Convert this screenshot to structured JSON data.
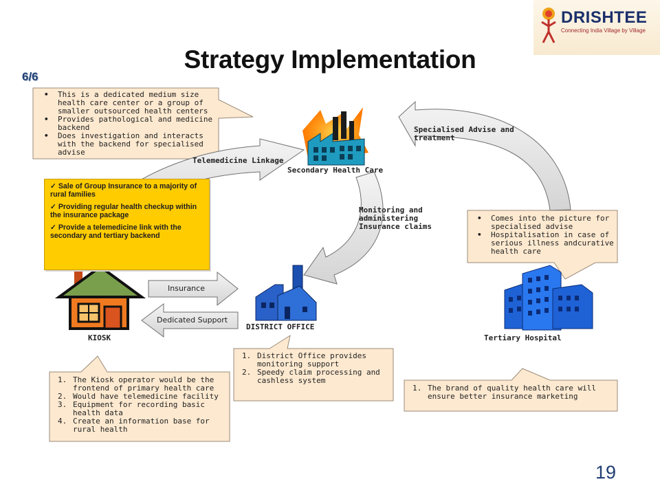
{
  "title": "Strategy Implementation",
  "page_indicator": "6/6",
  "slide_number": "19",
  "logo": {
    "name": "DRISHTEE",
    "tagline": "Connecting India Village by Village"
  },
  "colors": {
    "callout_fill": "#fde9d0",
    "callout_border": "#9a8a78",
    "highlight": "#ffcc00",
    "arrow_fill": "#e6e6e6",
    "title": "#111111",
    "slide_number": "#1f3f73"
  },
  "secondary_note": {
    "items": [
      "This is a dedicated medium size health care center or a group of smaller outsourced health centers",
      "Provides pathological and medicine backend",
      "Does investigation and interacts with the backend for specialised advise"
    ]
  },
  "highlight_box": {
    "items": [
      "Sale of Group Insurance to a majority of rural families",
      "Providing regular health checkup within the insurance package",
      "Provide a telemedicine link with the secondary and tertiary backend"
    ]
  },
  "tertiary_note": {
    "items": [
      "Comes into the picture for specialised advise",
      "Hospitalisation in case of serious illness andcurative health care"
    ]
  },
  "kiosk_note": {
    "items": [
      "The Kiosk operator would be the frontend of primary health care",
      "Would have telemedicine facility",
      "Equipment for recording basic health data",
      "Create an information base for rural health"
    ]
  },
  "district_note": {
    "items": [
      "District Office provides monitoring support",
      "Speedy claim processing and cashless system"
    ]
  },
  "brand_note": {
    "items": [
      "The brand of quality health care will ensure better insurance marketing"
    ]
  },
  "nodes": {
    "secondary": "Secondary Health Care",
    "district": "DISTRICT OFFICE",
    "kiosk": "KIOSK",
    "tertiary": "Tertiary Hospital"
  },
  "arrows": {
    "telemedicine": "Telemedicine Linkage",
    "specialised": [
      "Specialised Advise and",
      "treatment"
    ],
    "monitoring": [
      "Monitoring and",
      "administering",
      "Insurance claims"
    ],
    "insurance": "Insurance",
    "support": "Dedicated Support"
  },
  "icons": [
    "factory-icon",
    "office-building-icon",
    "house-icon",
    "hospital-building-icon",
    "logo-figure-icon"
  ]
}
